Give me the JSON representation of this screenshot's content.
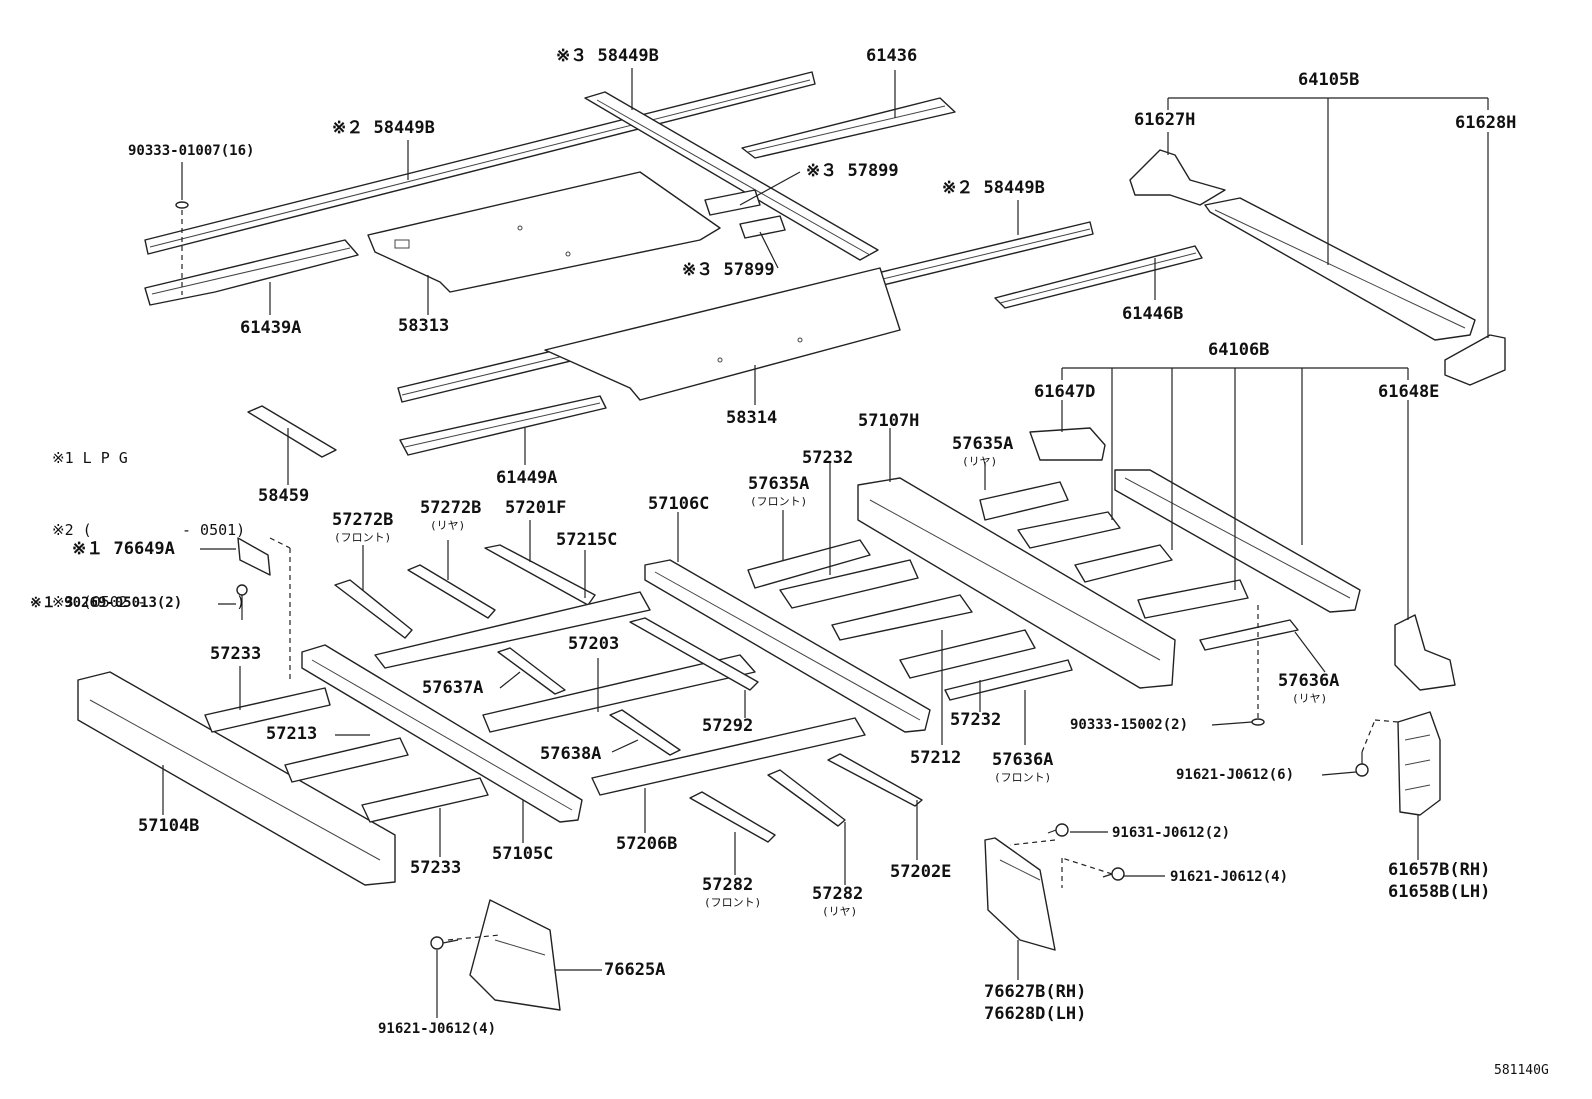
{
  "legend": [
    {
      "mark": "※1",
      "text": "L P G"
    },
    {
      "mark": "※2",
      "text": "(          - 0501)"
    },
    {
      "mark": "※3",
      "text": "(0502 -          )"
    }
  ],
  "labels": {
    "p58449B_top": "※３ 58449B",
    "p61436": "61436",
    "p64105B": "64105B",
    "p61627H": "61627H",
    "p61628H": "61628H",
    "p58449B_left": "※２ 58449B",
    "p90333_01007": "90333-01007(16)",
    "p57899_a": "※３ 57899",
    "p58449B_mid": "※２ 58449B",
    "p57899_b": "※３ 57899",
    "p61446B": "61446B",
    "p61439A": "61439A",
    "p58313": "58313",
    "p64106B": "64106B",
    "p61647D": "61647D",
    "p61648E": "61648E",
    "p58314": "58314",
    "p57107H": "57107H",
    "p57635A_rear": "57635A",
    "p57635A_rear_sub": "(リヤ)",
    "p61449A": "61449A",
    "p57232_top": "57232",
    "p57635A_front": "57635A",
    "p57635A_front_sub": "(フロント)",
    "p58459": "58459",
    "p57272B_front": "57272B",
    "p57272B_front_sub": "(フロント)",
    "p57272B_rear": "57272B",
    "p57272B_rear_sub": "(リヤ)",
    "p57201F": "57201F",
    "p57106C": "57106C",
    "p57215C": "57215C",
    "p76649A": "※１ 76649A",
    "p90269": "※１ 90269-05013(2)",
    "p57233_top": "57233",
    "p57203": "57203",
    "p57637A": "57637A",
    "p57636A_rear": "57636A",
    "p57636A_rear_sub": "(リヤ)",
    "p57232_bot": "57232",
    "p90333_15002": "90333-15002(2)",
    "p57292": "57292",
    "p57213": "57213",
    "p57638A": "57638A",
    "p57212": "57212",
    "p57636A_front": "57636A",
    "p57636A_front_sub": "(フロント)",
    "p91621_6": "91621-J0612(6)",
    "p57104B": "57104B",
    "p57105C": "57105C",
    "p57206B": "57206B",
    "p57202E": "57202E",
    "p91631": "91631-J0612(2)",
    "p91621_4r": "91621-J0612(4)",
    "p61657B": "61657B(RH)",
    "p61658B": "61658B(LH)",
    "p57233_bot": "57233",
    "p57282_front": "57282",
    "p57282_front_sub": "(フロント)",
    "p57282_rear": "57282",
    "p57282_rear_sub": "(リヤ)",
    "p76625A": "76625A",
    "p76627B": "76627B(RH)",
    "p76628D": "76628D(LH)",
    "p91621_4l": "91621-J0612(4)",
    "ref_code": "581140G"
  }
}
